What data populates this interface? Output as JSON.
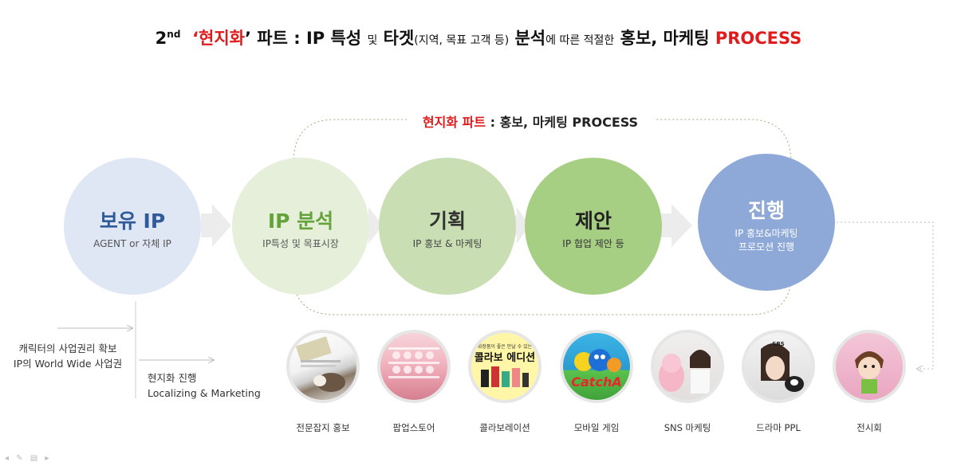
{
  "title": {
    "num": "2",
    "sup": "nd",
    "quote_open": "‘",
    "highlight": "현지화",
    "quote_close": "’",
    "part1": " 파트 : IP 특성 ",
    "small1": "및",
    "part2": " 타겟",
    "small2": "(지역, 목표 고객 등)",
    "part3": " 분석",
    "small3": "에 따른 적절한",
    "part4": " 홍보, 마케팅 ",
    "process": "PROCESS"
  },
  "banner": {
    "red": "현지화 파트",
    "rest": " : 홍보, 마케팅 PROCESS"
  },
  "steps": [
    {
      "title": "보유 IP",
      "sub": "AGENT or 자체 IP",
      "color": "#dfe6f4",
      "title_color": "#2f5b9a",
      "sub_color": "#555555"
    },
    {
      "title": "IP 분석",
      "sub": "IP특성 및 목표시장",
      "color": "#e6efda",
      "title_color": "#63a33a",
      "sub_color": "#555555"
    },
    {
      "title": "기획",
      "sub": "IP 홍보 & 마케팅",
      "color": "#c9deb3",
      "title_color": "#333333",
      "sub_color": "#444444"
    },
    {
      "title": "제안",
      "sub": "IP 협업 제안 등",
      "color": "#a7cf84",
      "title_color": "#222222",
      "sub_color": "#333333"
    },
    {
      "title": "진행",
      "sub": "IP 홍보&마케팅\n프로모션 진행",
      "color": "#8ea9d8",
      "title_color": "#ffffff",
      "sub_color": "#ffffff"
    }
  ],
  "notes": {
    "left_line1": "캐릭터의 사업권리 확보",
    "left_line2": "IP의 World Wide 사업권",
    "right_line1": "현지화 진행",
    "right_line2": "Localizing & Marketing"
  },
  "photos": [
    {
      "label": "전문잡지 홍보",
      "icon": "magazine-photo"
    },
    {
      "label": "팝업스토어",
      "icon": "popup-store-photo"
    },
    {
      "label": "콜라보레이션",
      "icon": "collaboration-photo",
      "caption_small": "화장품이 좋은 만날 수 있는",
      "caption_big": "콜라보 에디션"
    },
    {
      "label": "모바일 게임",
      "icon": "mobile-game-photo",
      "caption_big": "CatchA"
    },
    {
      "label": "SNS 마케팅",
      "icon": "sns-marketing-photo"
    },
    {
      "label": "드라마 PPL",
      "icon": "drama-ppl-photo",
      "caption_small": "SBS"
    },
    {
      "label": "전시회",
      "icon": "exhibition-photo"
    }
  ]
}
